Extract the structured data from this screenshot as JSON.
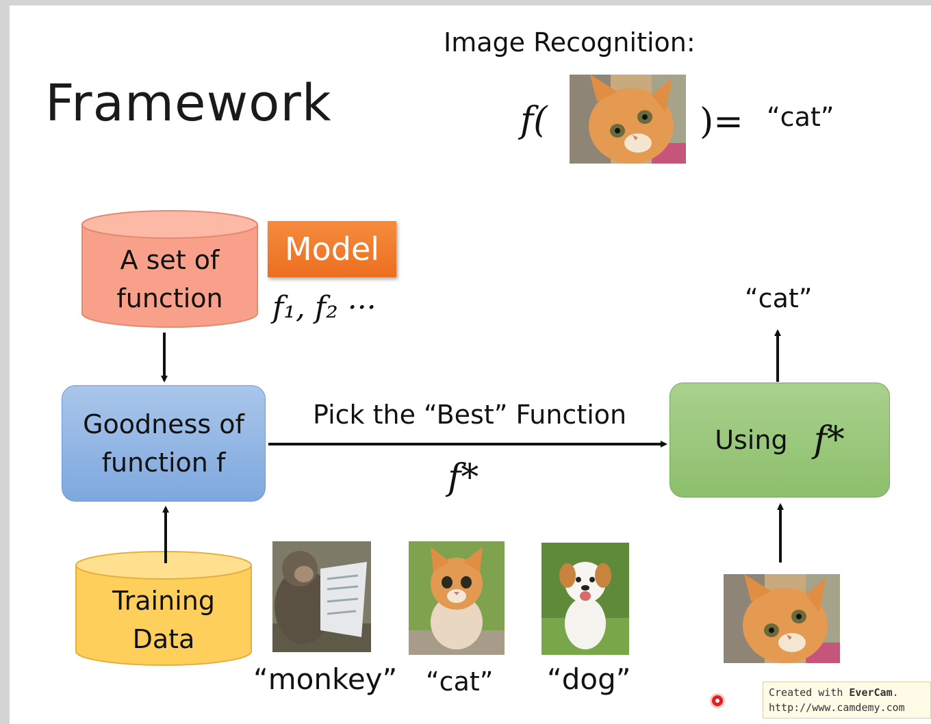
{
  "title": "Framework",
  "recognition": {
    "heading": "Image Recognition:",
    "func_open": "f(",
    "func_close": ")=",
    "output": "“cat”"
  },
  "model": {
    "cylinder_line1": "A set of",
    "cylinder_line2": "function",
    "tag": "Model",
    "functions": "f₁, f₂ ···"
  },
  "goodness": {
    "line1": "Goodness of",
    "line2": "function f"
  },
  "training": {
    "line1": "Training",
    "line2": "Data"
  },
  "pick": {
    "label": "Pick the “Best” Function",
    "fstar": "f*"
  },
  "using": {
    "label": "Using",
    "fstar": "f*"
  },
  "output_label": "“cat”",
  "samples": [
    {
      "label": "“monkey”",
      "icon": "monkey-photo"
    },
    {
      "label": "“cat”",
      "icon": "cat-photo"
    },
    {
      "label": "“dog”",
      "icon": "dog-photo"
    }
  ],
  "watermark": {
    "line1_prefix": "Created with ",
    "line1_brand": "EverCam",
    "line1_suffix": ".",
    "line2": "http://www.camdemy.com"
  },
  "colors": {
    "model_cylinder": "#f9a48a",
    "model_tag": "#ec6f1f",
    "goodness_box": "#8fb4e3",
    "training_cylinder": "#ffd36b",
    "using_box": "#98c77b"
  }
}
